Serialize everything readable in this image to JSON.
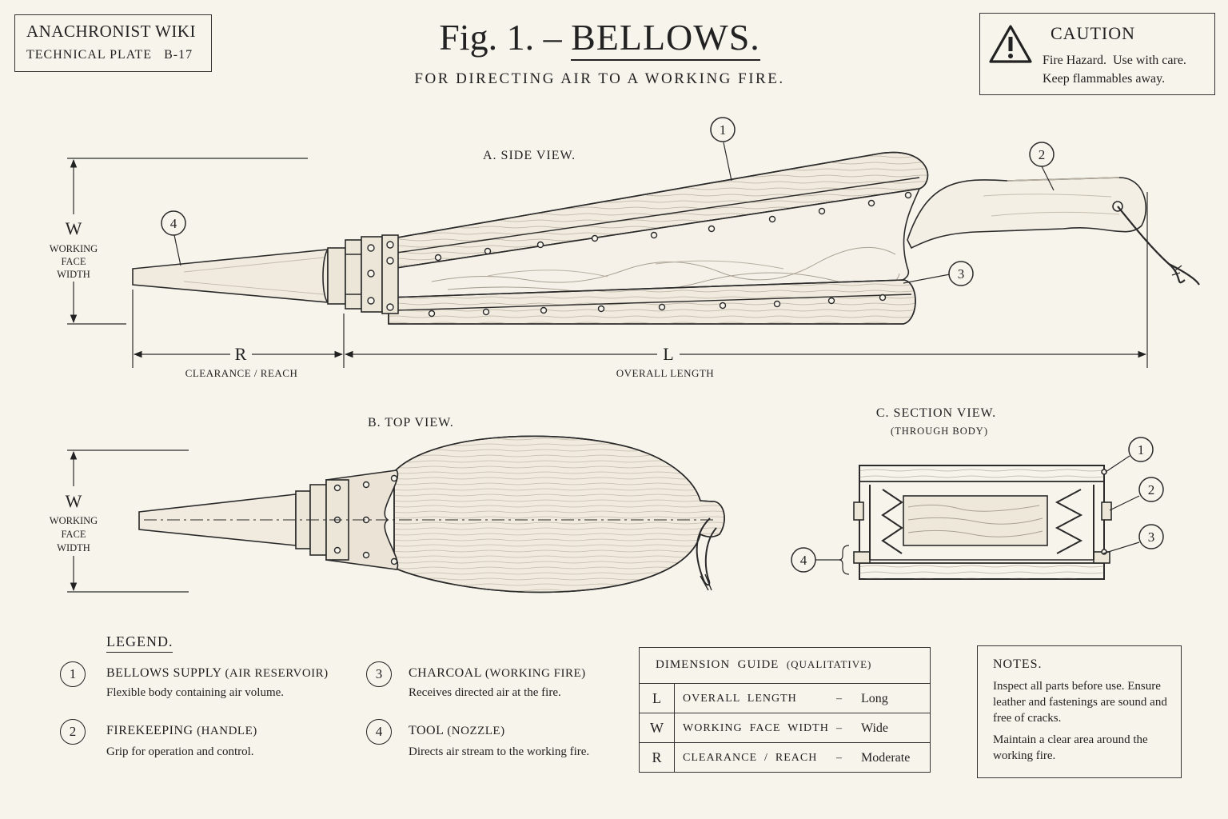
{
  "header": {
    "plate_line1": "ANACHRONIST WIKI",
    "plate_line2": "TECHNICAL PLATE   B-17",
    "fig_prefix": "Fig. 1. – ",
    "fig_title": "BELLOWS.",
    "subtitle": "FOR DIRECTING AIR TO A WORKING FIRE."
  },
  "caution": {
    "title": "CAUTION",
    "line1": "Fire Hazard.  Use with care.",
    "line2": "Keep flammables away."
  },
  "views": {
    "side": "A.  SIDE VIEW.",
    "top": "B.  TOP VIEW.",
    "section": "C.  SECTION VIEW.",
    "section_sub": "(THROUGH BODY)"
  },
  "dimensions": {
    "w_letter": "W",
    "w_label_1": "WORKING",
    "w_label_2": "FACE",
    "w_label_3": "WIDTH",
    "r_letter": "R",
    "r_label": "CLEARANCE / REACH",
    "l_letter": "L",
    "l_label": "OVERALL LENGTH"
  },
  "callouts": [
    "1",
    "2",
    "3",
    "4"
  ],
  "legend": {
    "title": "LEGEND.",
    "items": [
      {
        "num": "1",
        "title": "BELLOWS SUPPLY",
        "title_small": "(AIR RESERVOIR)",
        "desc": "Flexible body containing air volume."
      },
      {
        "num": "2",
        "title": "FIREKEEPING",
        "title_small": "(HANDLE)",
        "desc": "Grip for operation and control."
      },
      {
        "num": "3",
        "title": "CHARCOAL",
        "title_small": "(WORKING FIRE)",
        "desc": "Receives directed air at the fire."
      },
      {
        "num": "4",
        "title": "TOOL",
        "title_small": "(NOZZLE)",
        "desc": "Directs air stream to the working fire."
      }
    ]
  },
  "dimension_guide": {
    "title": "DIMENSION  GUIDE",
    "title_small": "(QUALITATIVE)",
    "rows": [
      {
        "key": "L",
        "name": "OVERALL  LENGTH",
        "dash": "–",
        "value": "Long"
      },
      {
        "key": "W",
        "name": "WORKING  FACE  WIDTH",
        "dash": "–",
        "value": "Wide"
      },
      {
        "key": "R",
        "name": "CLEARANCE  /  REACH",
        "dash": "–",
        "value": "Moderate"
      }
    ]
  },
  "notes": {
    "title": "NOTES.",
    "p1": "Inspect all parts before use. Ensure leather and fastenings are sound and free of cracks.",
    "p2": "Maintain a clear area around the working fire."
  }
}
